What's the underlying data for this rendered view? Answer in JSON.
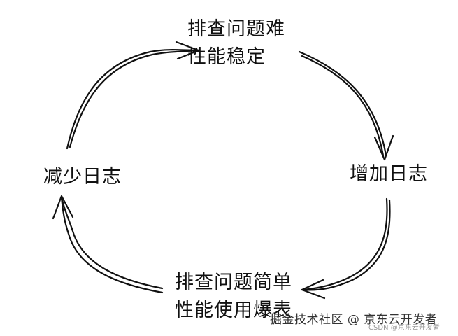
{
  "diagram": {
    "nodes": {
      "top": {
        "lines": [
          "排查问题难",
          "性能稳定"
        ]
      },
      "right": {
        "lines": [
          "增加日志"
        ]
      },
      "bottom": {
        "lines": [
          "排查问题简单",
          "性能使用爆表"
        ]
      },
      "left": {
        "lines": [
          "减少日志"
        ]
      }
    },
    "edges": [
      {
        "from": "left",
        "to": "top"
      },
      {
        "from": "top",
        "to": "right"
      },
      {
        "from": "right",
        "to": "bottom"
      },
      {
        "from": "bottom",
        "to": "left"
      }
    ]
  },
  "watermark": {
    "main": "掘金技术社区 @ 京东云开发者",
    "small": "CSDN @京东云开发者"
  }
}
